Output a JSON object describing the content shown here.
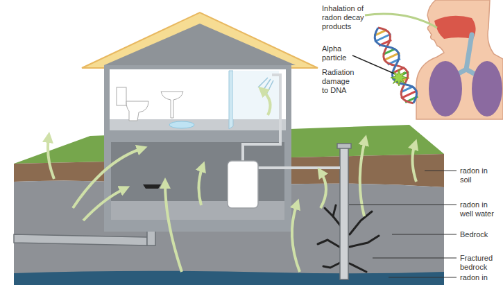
{
  "diagram": {
    "labels": [
      "Inhalation of radon decay products",
      "Alpha particle",
      "Radiation damage to DNA",
      "radon in soil",
      "radon in well water",
      "Bedrock",
      "Fractured bedrock",
      "radon in"
    ]
  }
}
